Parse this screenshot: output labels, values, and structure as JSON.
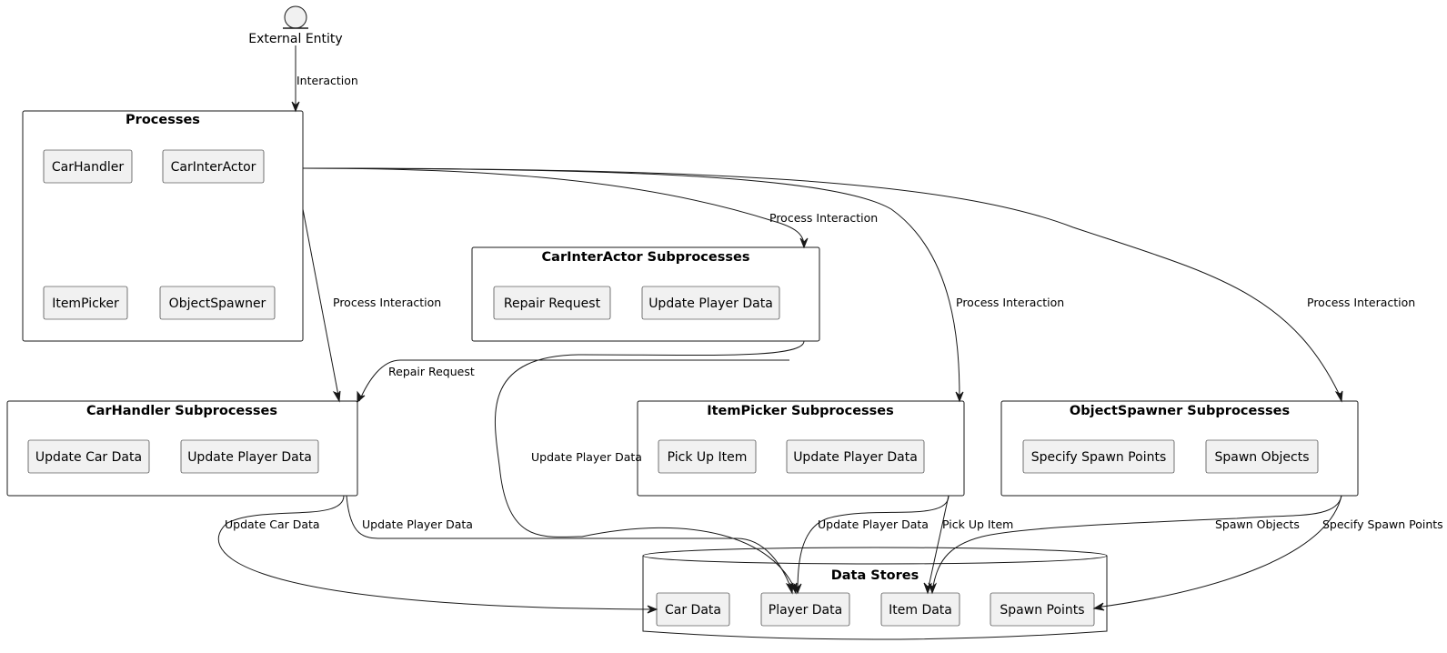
{
  "entity": {
    "label": "External Entity"
  },
  "groups": {
    "processes": {
      "title": "Processes",
      "nodes": {
        "carhandler": "CarHandler",
        "carinteractor": "CarInterActor",
        "itempicker": "ItemPicker",
        "objectspawner": "ObjectSpawner"
      }
    },
    "carinteractor_sub": {
      "title": "CarInterActor Subprocesses",
      "nodes": {
        "repair_request": "Repair Request",
        "update_player_data": "Update Player Data"
      }
    },
    "carhandler_sub": {
      "title": "CarHandler Subprocesses",
      "nodes": {
        "update_car_data": "Update Car Data",
        "update_player_data": "Update Player Data"
      }
    },
    "itempicker_sub": {
      "title": "ItemPicker Subprocesses",
      "nodes": {
        "pick_up_item": "Pick Up Item",
        "update_player_data": "Update Player Data"
      }
    },
    "objectspawner_sub": {
      "title": "ObjectSpawner Subprocesses",
      "nodes": {
        "specify_spawn_points": "Specify Spawn Points",
        "spawn_objects": "Spawn Objects"
      }
    },
    "data_stores": {
      "title": "Data Stores",
      "nodes": {
        "car_data": "Car Data",
        "player_data": "Player Data",
        "item_data": "Item Data",
        "spawn_points": "Spawn Points"
      }
    }
  },
  "edges": {
    "interaction": "Interaction",
    "process_carinteractor": "Process Interaction",
    "process_carhandler": "Process Interaction",
    "process_itempicker": "Process Interaction",
    "process_objectspawner": "Process Interaction",
    "repair_request": "Repair Request",
    "ci_update_player_data": "Update Player Data",
    "ch_update_car_data": "Update Car Data",
    "ch_update_player_data": "Update Player Data",
    "ip_update_player_data": "Update Player Data",
    "ip_pick_up_item": "Pick Up Item",
    "os_spawn_objects": "Spawn Objects",
    "os_specify_spawn_points": "Specify Spawn Points"
  }
}
